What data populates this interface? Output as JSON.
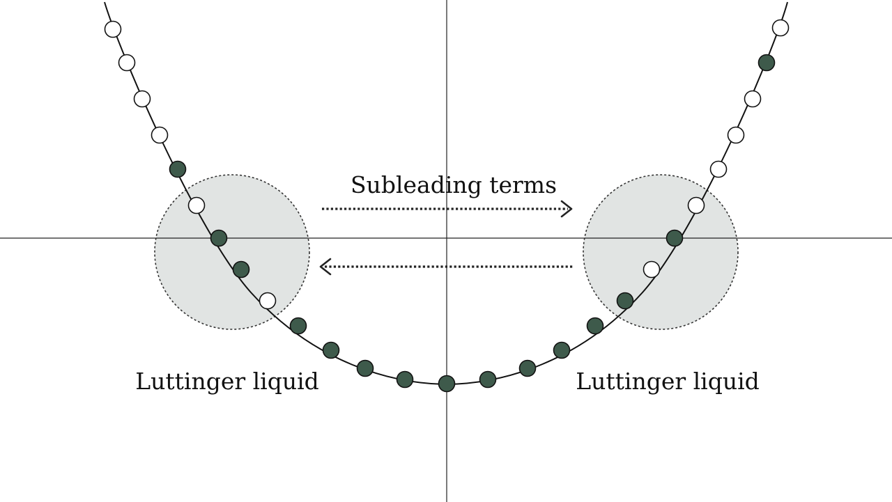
{
  "labels": {
    "top_arrow": "Subleading terms",
    "left_region": "Luttinger liquid",
    "right_region": "Luttinger liquid"
  },
  "colors": {
    "filled_state": "#3e5a4b",
    "empty_state": "#ffffff",
    "region_fill": "#e1e4e3"
  }
}
